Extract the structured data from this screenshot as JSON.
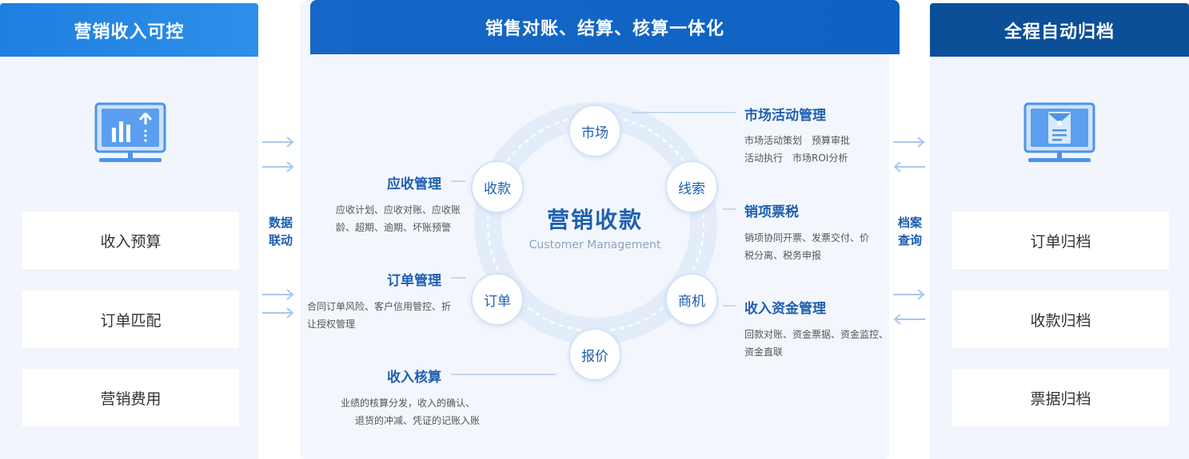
{
  "left": {
    "title": "营销收入可控",
    "items": [
      "收入预算",
      "订单匹配",
      "营销费用"
    ],
    "icon": "chart-monitor-icon"
  },
  "middle": {
    "title": "销售对账、结算、核算一体化",
    "center_title": "营销收款",
    "center_subtitle": "Customer Management",
    "nodes": [
      "市场",
      "线索",
      "商机",
      "报价",
      "订单",
      "收款"
    ],
    "features": [
      {
        "title": "市场活动管理",
        "desc_lines": [
          "市场活动策划　预算审批",
          "活动执行　市场ROI分析"
        ]
      },
      {
        "title": "销项票税",
        "desc_lines": [
          "销项协同开票、发票交付、价",
          "税分离、税务申报"
        ]
      },
      {
        "title": "收入资金管理",
        "desc_lines": [
          "回款对账、资金票据、资金监控、",
          "资金直联"
        ]
      },
      {
        "title": "应收管理",
        "desc_lines": [
          "应收计划、应收对账、应收账",
          "龄、超期、逾期、坏账预警"
        ]
      },
      {
        "title": "订单管理",
        "desc_lines": [
          "合同订单风险、客户信用管控、折",
          "让授权管理"
        ]
      },
      {
        "title": "收入核算",
        "desc_lines": [
          "业绩的核算分发，收入的确认、",
          "退货的冲减、凭证的记账入账"
        ]
      }
    ]
  },
  "connectors": {
    "left_label": [
      "数据",
      "联动"
    ],
    "right_label": [
      "档案",
      "查询"
    ]
  },
  "right": {
    "title": "全程自动归档",
    "items": [
      "订单归档",
      "收款归档",
      "票据归档"
    ],
    "icon": "document-monitor-icon"
  },
  "colors": {
    "primary": "#1f5fb0",
    "header_left": "#2386e4",
    "header_mid": "#1465c5",
    "header_right": "#0b4f98",
    "panel_bg": "#f2f6fc"
  }
}
